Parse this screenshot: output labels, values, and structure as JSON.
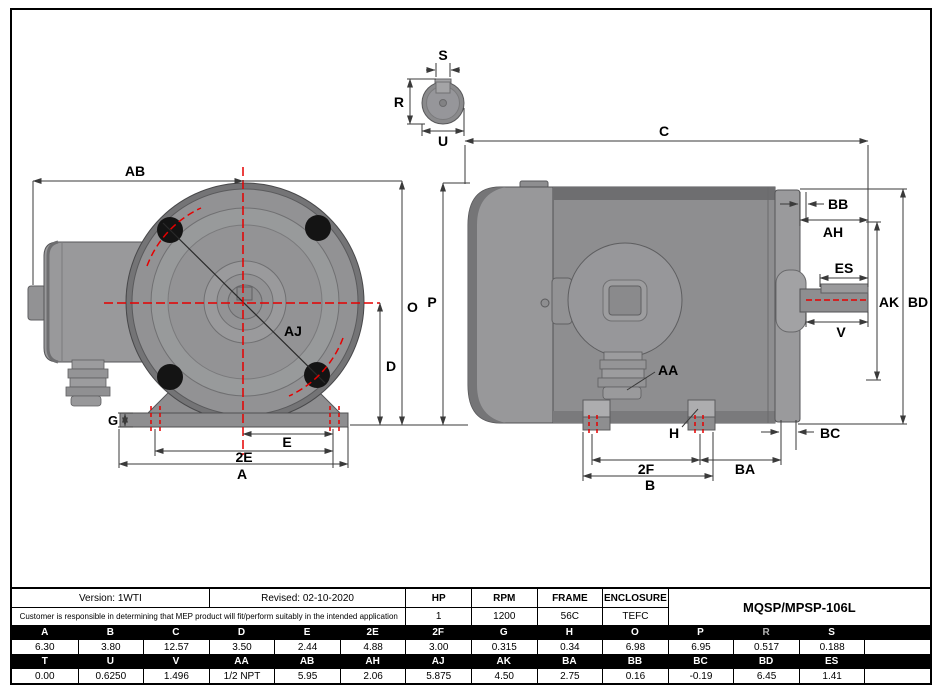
{
  "labels": {
    "ab": "AB",
    "aj": "AJ",
    "o": "O",
    "d": "D",
    "g": "G",
    "e": "E",
    "twoe": "2E",
    "a": "A",
    "s": "S",
    "r": "R",
    "u": "U",
    "c": "C",
    "p": "P",
    "bb": "BB",
    "ah": "AH",
    "es": "ES",
    "ak": "AK",
    "bd": "BD",
    "v": "V",
    "aa": "AA",
    "h": "H",
    "bc": "BC",
    "twof": "2F",
    "ba": "BA",
    "b": "B"
  },
  "table": {
    "version_label": "Version: 1WTI",
    "revised_label": "Revised: 02-10-2020",
    "hp_label": "HP",
    "rpm_label": "RPM",
    "frame_label": "FRAME",
    "enclosure_label": "ENCLOSURE",
    "hp_value": "1",
    "rpm_value": "1200",
    "frame_value": "56C",
    "enclosure_value": "TEFC",
    "model": "MQSP/MPSP-106L",
    "disclaimer": "Customer is responsible in determining that MEP product will fit/perform suitably in the intended application",
    "row_a_headers": [
      "A",
      "B",
      "C",
      "D",
      "E",
      "2E",
      "2F",
      "G",
      "H",
      "O",
      "P",
      "R",
      "S",
      ""
    ],
    "row_a_values": [
      "6.30",
      "3.80",
      "12.57",
      "3.50",
      "2.44",
      "4.88",
      "3.00",
      "0.315",
      "0.34",
      "6.98",
      "6.95",
      "0.517",
      "0.188",
      ""
    ],
    "row_t_headers": [
      "T",
      "U",
      "V",
      "AA",
      "AB",
      "AH",
      "AJ",
      "AK",
      "BA",
      "BB",
      "BC",
      "BD",
      "ES",
      ""
    ],
    "row_t_values": [
      "0.00",
      "0.6250",
      "1.496",
      "1/2 NPT",
      "5.95",
      "2.06",
      "5.875",
      "4.50",
      "2.75",
      "0.16",
      "-0.19",
      "6.45",
      "1.41",
      ""
    ]
  },
  "colors": {
    "body_gray": "#8E8E90",
    "light_gray": "#9A9A9C",
    "dark_gray": "#6E6E70",
    "centerline_red": "#E60000",
    "dim_line": "#3A3A3A",
    "hole_black": "#141414"
  }
}
